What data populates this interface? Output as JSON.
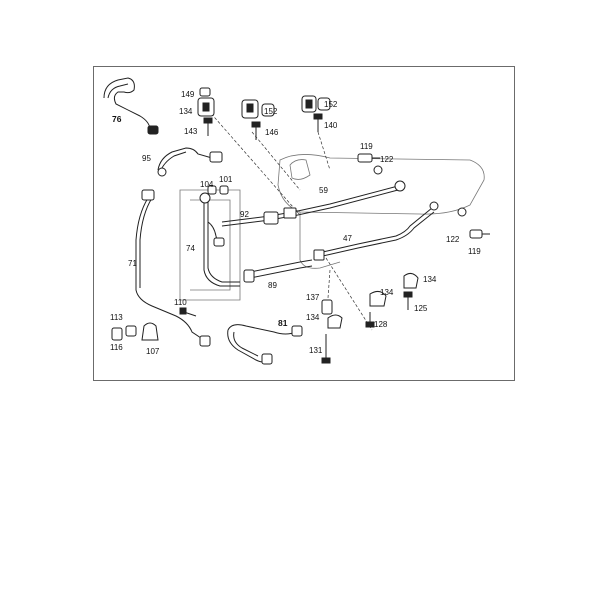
{
  "diagram": {
    "labels": {
      "p76": "76",
      "p149": "149",
      "p134a": "134",
      "p143": "143",
      "p152a": "152",
      "p146": "146",
      "p152b": "152",
      "p140": "140",
      "p95": "95",
      "p104": "104",
      "p101": "101",
      "p119a": "119",
      "p122a": "122",
      "p59": "59",
      "p92": "92",
      "p47": "47",
      "p122b": "122",
      "p119b": "119",
      "p74": "74",
      "p71": "71",
      "p89": "89",
      "p134b": "134",
      "p134c": "134",
      "p137": "137",
      "p125": "125",
      "p110": "110",
      "p134d": "134",
      "p128": "128",
      "p81": "81",
      "p113": "113",
      "p116": "116",
      "p107": "107",
      "p131": "131"
    }
  }
}
